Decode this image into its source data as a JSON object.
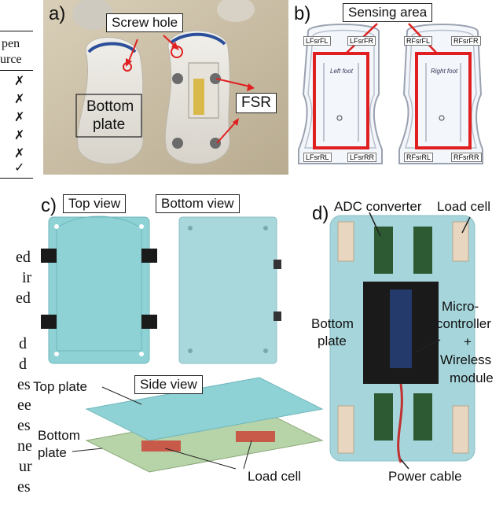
{
  "table_fragment": {
    "header_line1": "pen",
    "header_line2": "urce",
    "marks": [
      "✗",
      "✗",
      "✗",
      "✗",
      "✗",
      "✓"
    ]
  },
  "body_fragment": {
    "lines": [
      "ed",
      "ir",
      "ed",
      "",
      "d",
      "d",
      "es",
      "ee",
      "es",
      "ne",
      "ur",
      "es"
    ]
  },
  "panel_a": {
    "letter": "a)",
    "screw_hole": "Screw hole",
    "bottom_plate_1": "Bottom",
    "bottom_plate_2": "plate",
    "fsr": "FSR"
  },
  "panel_b": {
    "letter": "b)",
    "sensing_area": "Sensing area",
    "left": {
      "fl": "LFsrFL",
      "fr": "LFsrFR",
      "rl": "LFsrRL",
      "rr": "LFsrRR",
      "foot": "Left foot"
    },
    "right": {
      "fl": "RFsrFL",
      "fr": "RFsrFR",
      "rl": "RFsrRL",
      "rr": "RFsrRR",
      "foot": "Right foot"
    }
  },
  "panel_c": {
    "letter": "c)",
    "top_view": "Top view",
    "bottom_view": "Bottom view",
    "side_view": "Side view",
    "top_plate": "Top plate",
    "bottom_plate_1": "Bottom",
    "bottom_plate_2": "plate",
    "load_cell": "Load cell"
  },
  "panel_d": {
    "letter": "d)",
    "adc": "ADC converter",
    "load_cell": "Load cell",
    "bottom_plate_1": "Bottom",
    "bottom_plate_2": "plate",
    "micro_1": "Micro-",
    "micro_2": "controller",
    "micro_3": "+",
    "micro_4": "Wireless",
    "micro_5": "module",
    "power": "Power cable"
  }
}
